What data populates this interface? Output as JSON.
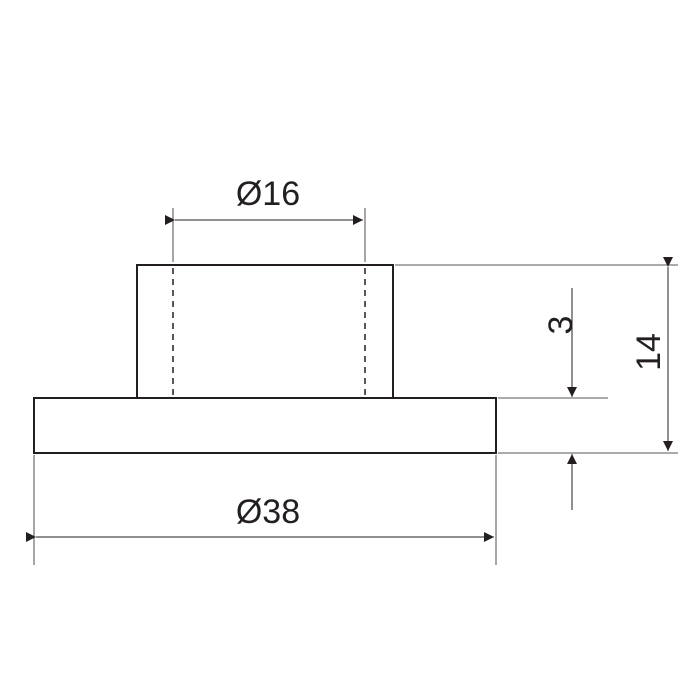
{
  "drawing": {
    "dimensions": {
      "inner_diameter": "Ø16",
      "outer_diameter": "Ø38",
      "flange_thickness": "3",
      "total_height": "14"
    },
    "colors": {
      "line": "#231f20",
      "background": "#ffffff"
    }
  }
}
